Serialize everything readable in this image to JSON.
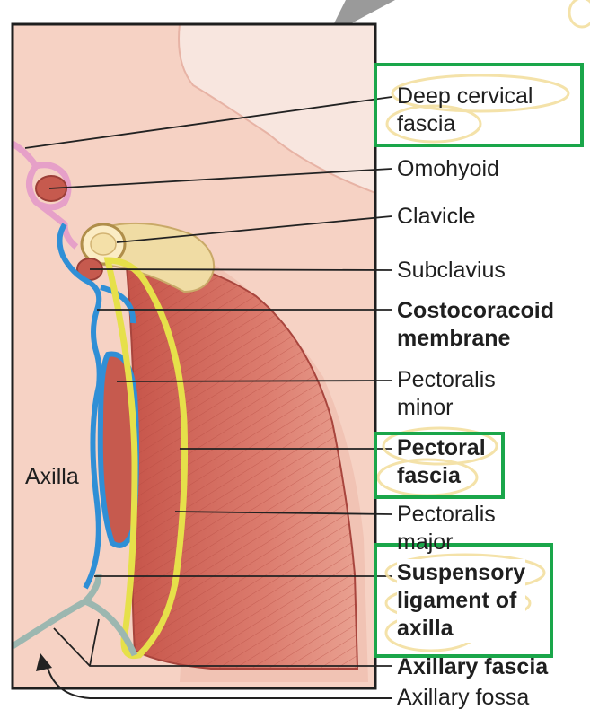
{
  "labels": {
    "deep_cervical_fascia": [
      "Deep cervical",
      "fascia"
    ],
    "omohyoid": "Omohyoid",
    "clavicle": "Clavicle",
    "subclavius": "Subclavius",
    "costocoracoid_membrane": [
      "Costocoracoid",
      "membrane"
    ],
    "pectoralis_minor": [
      "Pectoralis",
      "minor"
    ],
    "pectoral_fascia": [
      "Pectoral",
      "fascia"
    ],
    "pectoralis_major": [
      "Pectoralis",
      "major"
    ],
    "suspensory_ligament_of_axilla": [
      "Suspensory",
      "ligament of",
      "axilla"
    ],
    "axillary_fascia": "Axillary fascia",
    "axillary_fossa": "Axillary fossa",
    "axilla": "Axilla"
  },
  "colors": {
    "skin": "#f6d2c4",
    "muscle": "#d46a5e",
    "deep_cervical_fascia": "#e6a0c8",
    "costocoracoid_fascia": "#2f8fd6",
    "pectoral_fascia": "#e6e04a",
    "axillary_fascia": "#9cb7b0",
    "highlight_box": "#1aa64a",
    "highlight_oval": "#f3dfa0"
  },
  "icons": [
    "curved-arrow-icon",
    "triangle-pointer-icon"
  ]
}
